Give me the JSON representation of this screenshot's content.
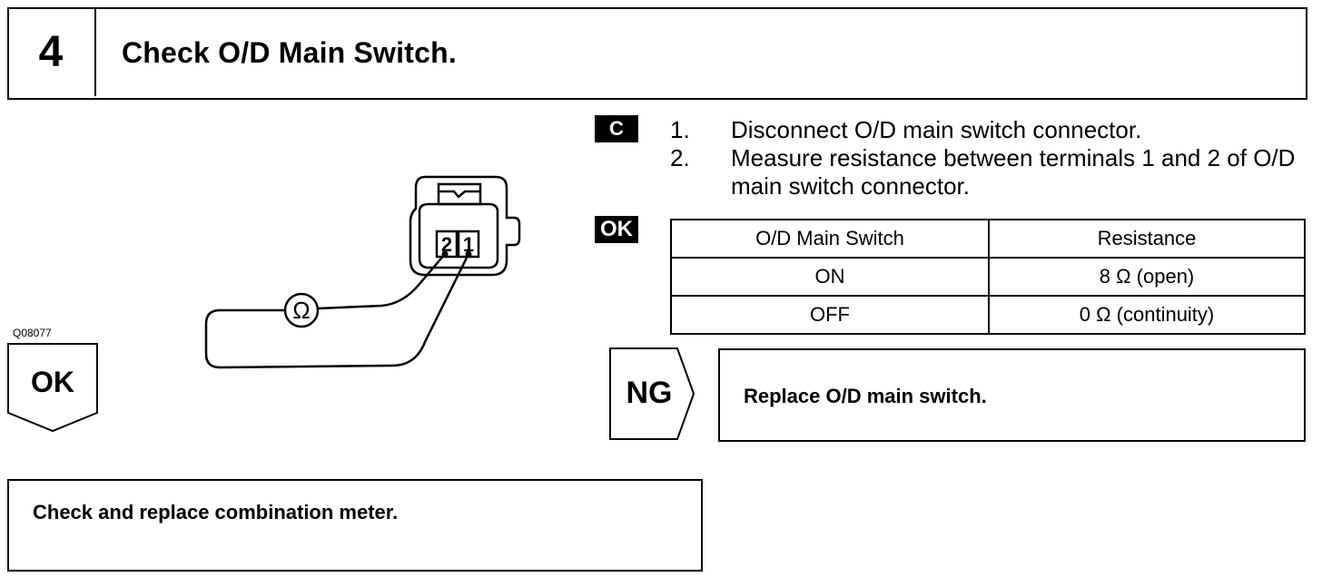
{
  "header": {
    "step_number": "4",
    "title": "Check O/D Main Switch."
  },
  "diagram": {
    "id": "Q08077",
    "terminal_2": "2",
    "terminal_1": "1",
    "meter_symbol": "Ω"
  },
  "ok_result": {
    "label": "OK",
    "action": "Check and replace combination meter."
  },
  "inspection": {
    "tag_c": "C",
    "steps": [
      {
        "num": "1.",
        "text": "Disconnect O/D main switch connector."
      },
      {
        "num": "2.",
        "text": "Measure resistance between terminals 1 and 2 of O/D main switch connector."
      }
    ]
  },
  "spec": {
    "tag_ok": "OK",
    "columns": [
      "O/D Main Switch",
      "Resistance"
    ],
    "rows": [
      [
        "ON",
        "8 Ω (open)"
      ],
      [
        "OFF",
        "0 Ω (continuity)"
      ]
    ]
  },
  "ng_result": {
    "label": "NG",
    "action": "Replace O/D main switch."
  }
}
